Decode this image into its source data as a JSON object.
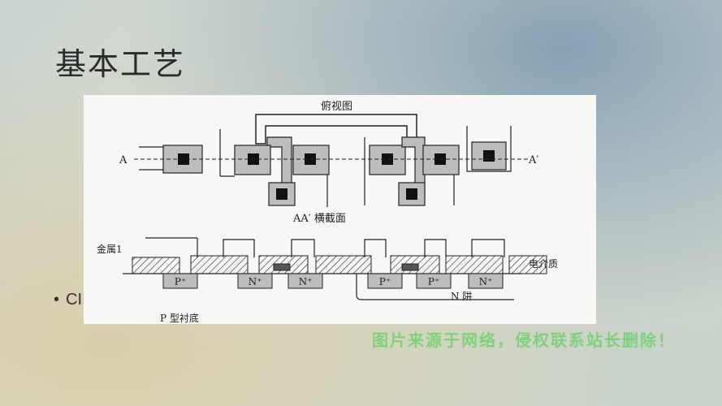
{
  "slide": {
    "title": "基本工艺",
    "bullet_marker": "•",
    "bullet_text": "CI"
  },
  "figure": {
    "top_view_label": "俯视图",
    "label_a": "A",
    "label_a_prime": "A′",
    "section_label": "AA′ 横截面",
    "metal_label": "金属1",
    "dielectric_label": "电介质",
    "nwell_label": "N 阱",
    "substrate_label": "P 型衬底",
    "diffusions": [
      {
        "label": "P⁺"
      },
      {
        "label": "N⁺"
      },
      {
        "label": "N⁺"
      },
      {
        "label": "P⁺"
      },
      {
        "label": "P⁺"
      },
      {
        "label": "N⁺"
      }
    ]
  },
  "watermark": "图片来源于网络，侵权联系站长删除！"
}
